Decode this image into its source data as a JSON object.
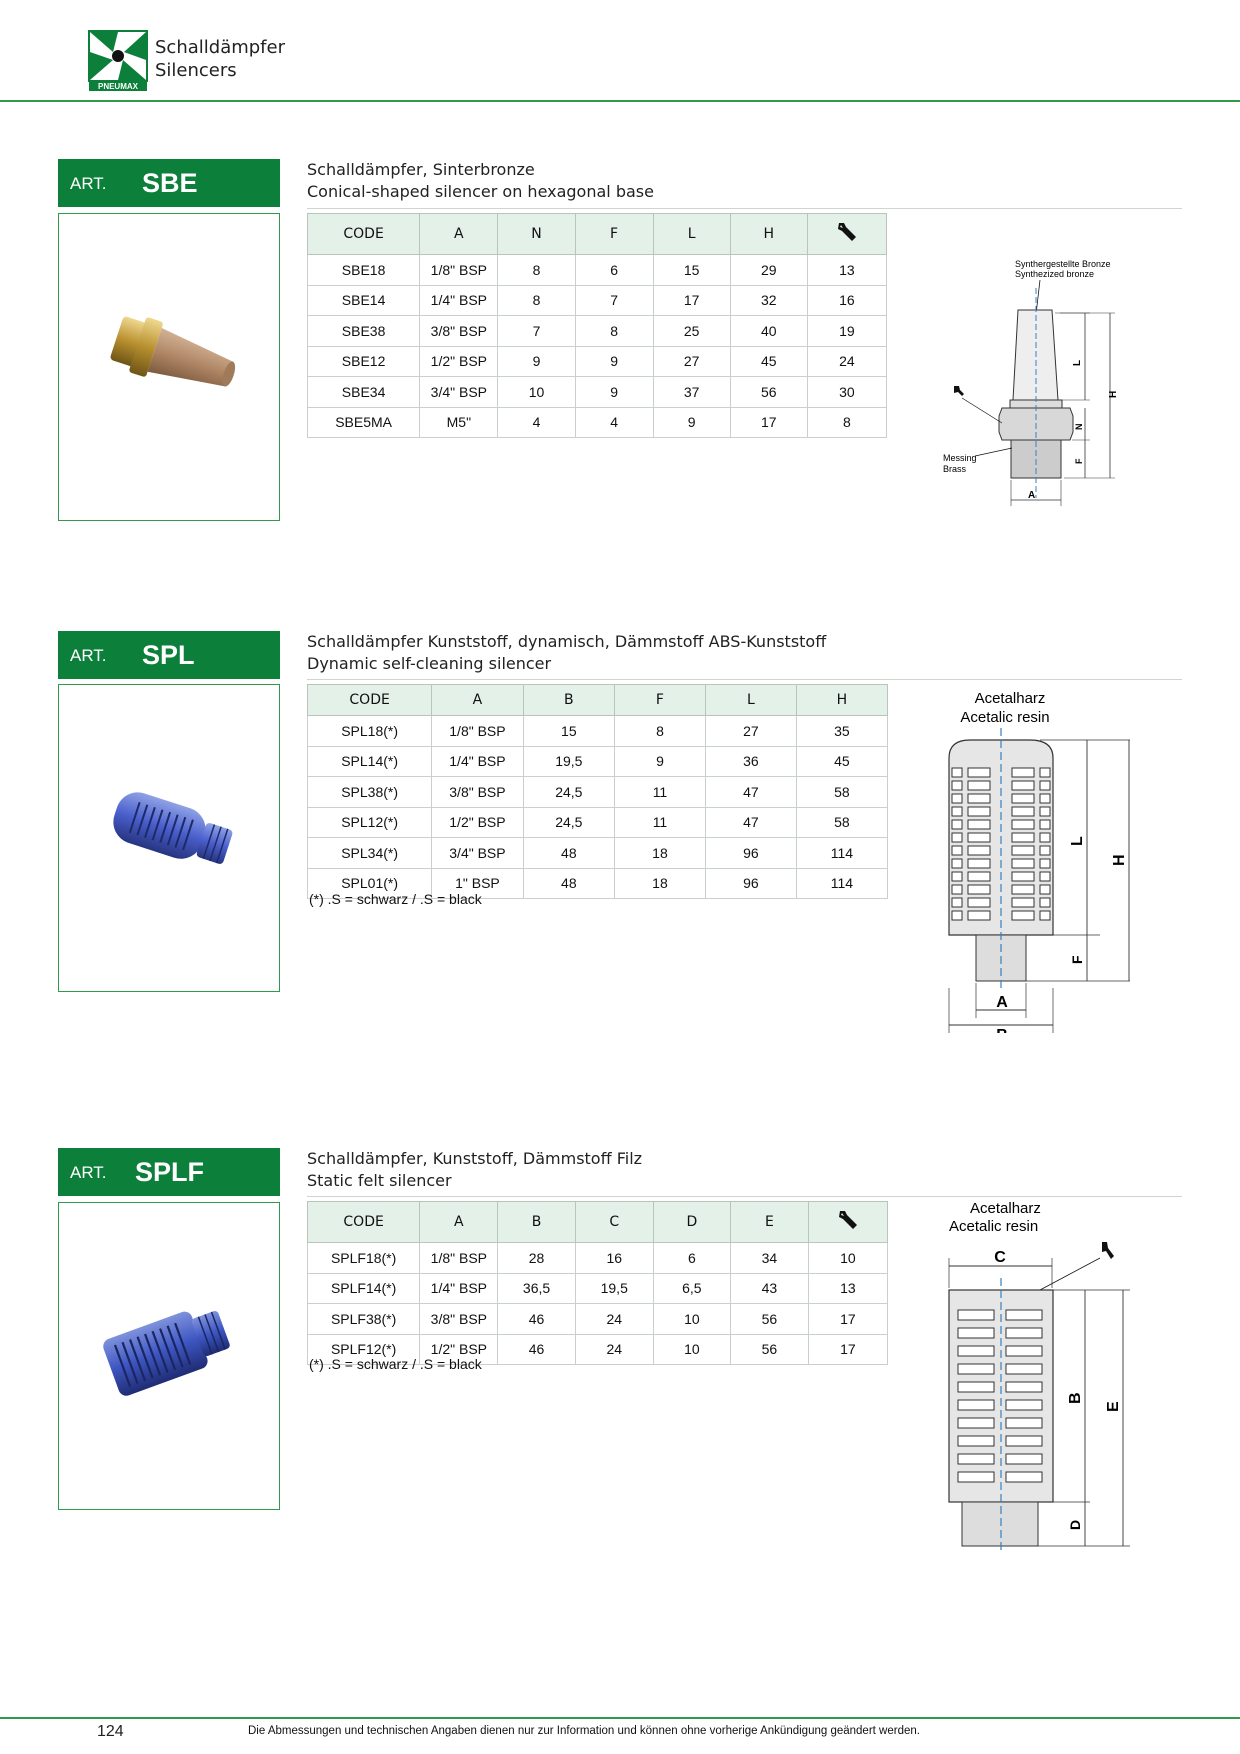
{
  "header": {
    "title_de": "Schalldämpfer",
    "title_en": "Silencers",
    "logo_text": "PNEUMAX"
  },
  "colors": {
    "brand_green": "#0c7f3a",
    "accent_green": "#2f9a4b",
    "table_header_bg": "#e4f1e8"
  },
  "sections": [
    {
      "art_label": "ART.",
      "art_code": "SBE",
      "title_de": "Schalldämpfer, Sinterbronze",
      "title_en": "Conical-shaped silencer on hexagonal base",
      "columns": [
        "CODE",
        "A",
        "N",
        "F",
        "L",
        "H",
        "wrench-icon"
      ],
      "rows": [
        [
          "SBE18",
          "1/8\" BSP",
          "8",
          "6",
          "15",
          "29",
          "13"
        ],
        [
          "SBE14",
          "1/4\" BSP",
          "8",
          "7",
          "17",
          "32",
          "16"
        ],
        [
          "SBE38",
          "3/8\" BSP",
          "7",
          "8",
          "25",
          "40",
          "19"
        ],
        [
          "SBE12",
          "1/2\" BSP",
          "9",
          "9",
          "27",
          "45",
          "24"
        ],
        [
          "SBE34",
          "3/4\" BSP",
          "10",
          "9",
          "37",
          "56",
          "30"
        ],
        [
          "SBE5MA",
          "M5\"",
          "4",
          "4",
          "9",
          "17",
          "8"
        ]
      ],
      "diagram": {
        "label1": "Synthergestellte Bronze",
        "label2": "Synthezized bronze",
        "label3": "Messing",
        "label4": "Brass",
        "dims": [
          "L",
          "H",
          "N",
          "F",
          "A"
        ]
      }
    },
    {
      "art_label": "ART.",
      "art_code": "SPL",
      "title_de": "Schalldämpfer Kunststoff, dynamisch, Dämmstoff ABS-Kunststoff",
      "title_en": "Dynamic self-cleaning silencer",
      "columns": [
        "CODE",
        "A",
        "B",
        "F",
        "L",
        "H"
      ],
      "rows": [
        [
          "SPL18(*)",
          "1/8\" BSP",
          "15",
          "8",
          "27",
          "35"
        ],
        [
          "SPL14(*)",
          "1/4\" BSP",
          "19,5",
          "9",
          "36",
          "45"
        ],
        [
          "SPL38(*)",
          "3/8\" BSP",
          "24,5",
          "11",
          "47",
          "58"
        ],
        [
          "SPL12(*)",
          "1/2\" BSP",
          "24,5",
          "11",
          "47",
          "58"
        ],
        [
          "SPL34(*)",
          "3/4\" BSP",
          "48",
          "18",
          "96",
          "114"
        ],
        [
          "SPL01(*)",
          "1\" BSP",
          "48",
          "18",
          "96",
          "114"
        ]
      ],
      "note": "(*) .S = schwarz / .S = black",
      "diagram": {
        "label1": "Acetalharz",
        "label2": "Acetalic resin",
        "dims": [
          "L",
          "H",
          "F",
          "A",
          "B"
        ]
      }
    },
    {
      "art_label": "ART.",
      "art_code": "SPLF",
      "title_de": "Schalldämpfer, Kunststoff, Dämmstoff Filz",
      "title_en": "Static felt silencer",
      "columns": [
        "CODE",
        "A",
        "B",
        "C",
        "D",
        "E",
        "wrench-icon"
      ],
      "rows": [
        [
          "SPLF18(*)",
          "1/8\" BSP",
          "28",
          "16",
          "6",
          "34",
          "10"
        ],
        [
          "SPLF14(*)",
          "1/4\" BSP",
          "36,5",
          "19,5",
          "6,5",
          "43",
          "13"
        ],
        [
          "SPLF38(*)",
          "3/8\" BSP",
          "46",
          "24",
          "10",
          "56",
          "17"
        ],
        [
          "SPLF12(*)",
          "1/2\" BSP",
          "46",
          "24",
          "10",
          "56",
          "17"
        ]
      ],
      "note": "(*) .S = schwarz / .S = black",
      "diagram": {
        "label1": "Acetalharz",
        "label2": "Acetalic resin",
        "dims": [
          "C",
          "B",
          "E",
          "D"
        ]
      }
    }
  ],
  "footer": {
    "page_number": "124",
    "disclaimer": "Die Abmessungen und technischen Angaben dienen nur zur Information und können ohne vorherige Ankündigung geändert werden."
  }
}
